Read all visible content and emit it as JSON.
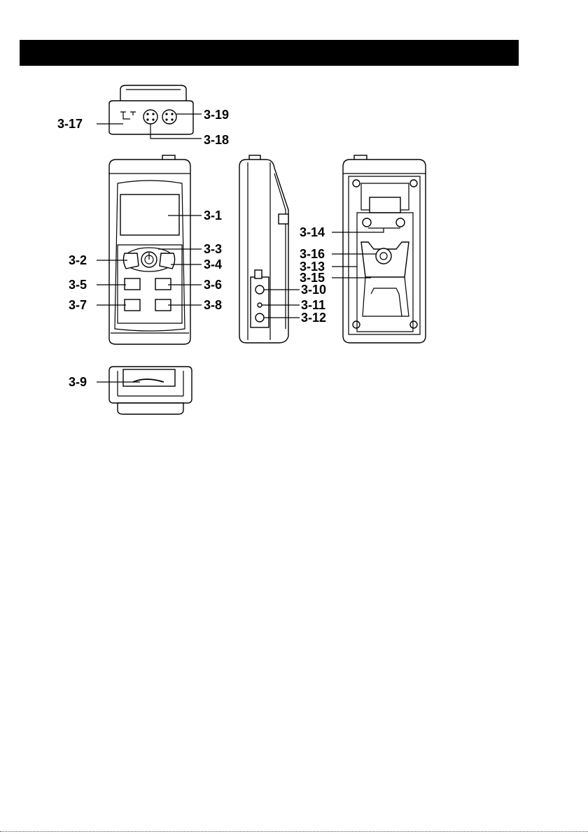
{
  "header": {
    "title": ""
  },
  "callouts": {
    "c3_1": "3-1",
    "c3_2": "3-2",
    "c3_3": "3-3",
    "c3_4": "3-4",
    "c3_5": "3-5",
    "c3_6": "3-6",
    "c3_7": "3-7",
    "c3_8": "3-8",
    "c3_9": "3-9",
    "c3_10": "3-10",
    "c3_11": "3-11",
    "c3_12": "3-12",
    "c3_13": "3-13",
    "c3_14": "3-14",
    "c3_15": "3-15",
    "c3_16": "3-16",
    "c3_17": "3-17",
    "c3_18": "3-18",
    "c3_19": "3-19"
  }
}
